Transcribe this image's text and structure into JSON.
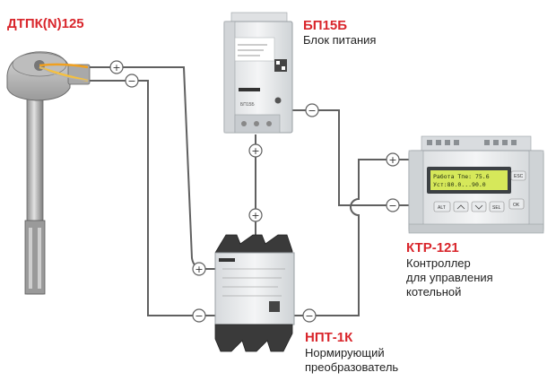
{
  "colors": {
    "accent": "#d9262c",
    "wire": "#606060",
    "lcd": "#d6e85a",
    "device": "#eceeef"
  },
  "sensor": {
    "title": "ДТПК(N)125"
  },
  "power_supply": {
    "title": "БП15Б",
    "description": "Блок питания",
    "front_label": "БП15Б"
  },
  "controller": {
    "title": "КТР-121",
    "description_lines": [
      "Контроллер",
      "для управления",
      "котельной"
    ],
    "lcd_line1": "Работа Тпе: 75.6",
    "lcd_line2": "Уст:80.0...90.0",
    "buttons": {
      "alt": "ALT",
      "sel": "SEL",
      "esc": "ESC",
      "ok": "OK"
    }
  },
  "converter": {
    "title": "НПТ-1К",
    "description_lines": [
      "Нормирующий",
      "преобразователь"
    ]
  },
  "polarity": {
    "plus": "+",
    "minus": "−"
  }
}
